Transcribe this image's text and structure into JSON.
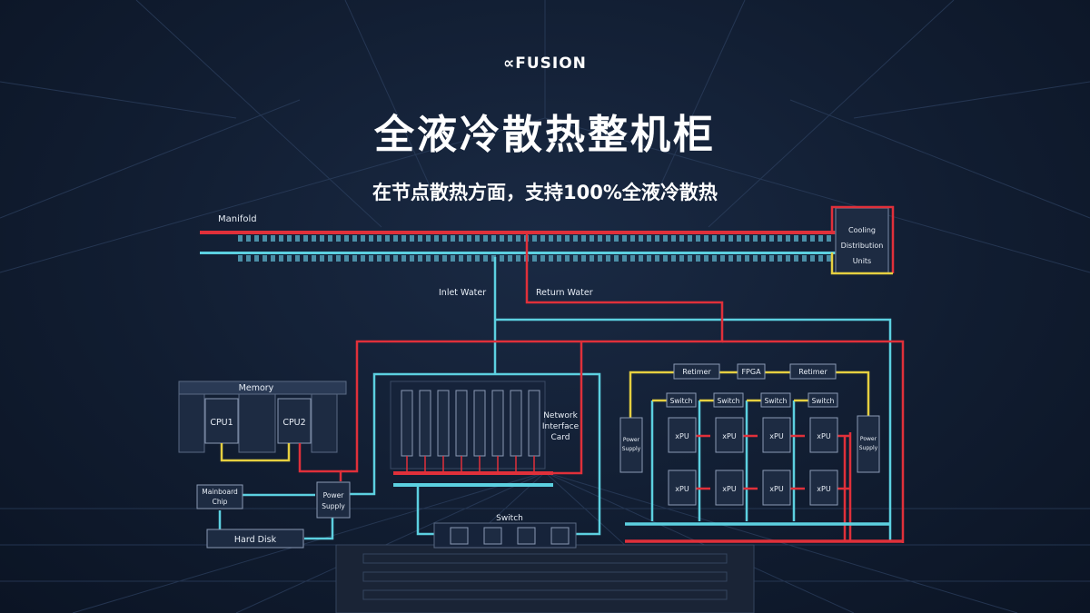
{
  "brand": {
    "logo_text": "∝FUSION"
  },
  "heading": {
    "title": "全液冷散热整机柜",
    "subtitle": "在节点散热方面，支持100%全液冷散热"
  },
  "diagram": {
    "manifold": "Manifold",
    "cdu": {
      "line1": "Cooling",
      "line2": "Distribution",
      "line3": "Units"
    },
    "inlet_water": "Inlet Water",
    "return_water": "Return Water",
    "memory": "Memory",
    "cpu1": "CPU1",
    "cpu2": "CPU2",
    "mainboard_chip": {
      "line1": "Mainboard",
      "line2": "Chip"
    },
    "power_supply_left": {
      "line1": "Power",
      "line2": "Supply"
    },
    "hard_disk": "Hard Disk",
    "nic": {
      "line1": "Network",
      "line2": "Interface",
      "line3": "Card"
    },
    "switch_bottom": "Switch",
    "retimer": "Retimer",
    "fpga": "FPGA",
    "switch": "Switch",
    "xpu": "xPU",
    "power_supply_small": {
      "line1": "Power",
      "line2": "Supply"
    }
  },
  "colors": {
    "background": "#111d31",
    "return_line": "#e0303a",
    "inlet_line": "#5cd0e0",
    "connector": "#e6d040",
    "box_fill": "#1d2b42",
    "box_stroke": "#5a6a84"
  }
}
